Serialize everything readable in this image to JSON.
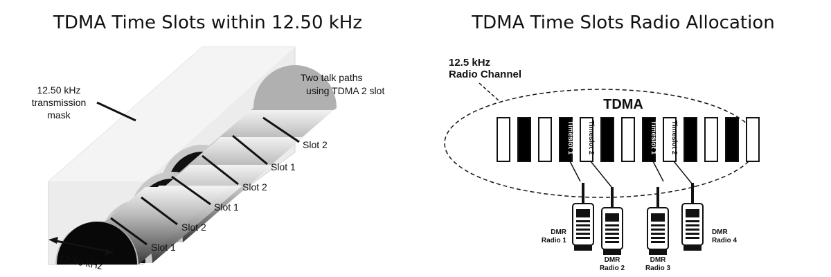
{
  "left": {
    "title": "TDMA Time Slots within 12.50 kHz",
    "mask_label_line1": "12.50 kHz",
    "mask_label_line2": "transmission",
    "mask_label_line3": "mask",
    "talk_paths_line1": "Two talk paths",
    "talk_paths_line2": "using TDMA 2 slot",
    "bandwidth_label": "12.50 kHz",
    "slots": [
      "Slot 1",
      "Slot 2",
      "Slot 1",
      "Slot 2",
      "Slot 1",
      "Slot 2"
    ]
  },
  "right": {
    "title": "TDMA Time Slots Radio Allocation",
    "channel_label_line1": "12.5 kHz",
    "channel_label_line2": "Radio Channel",
    "tdma_label": "TDMA",
    "timeslot_pattern": [
      "white",
      "black",
      "white",
      "black",
      "white",
      "black",
      "white",
      "black",
      "white",
      "black",
      "white",
      "black",
      "white"
    ],
    "timeslot_texts": [
      "Timeslot 1",
      "Timeslot 2",
      "Timeslot 1",
      "Timeslot 2"
    ],
    "radios": [
      {
        "line1": "DMR",
        "line2": "Radio 1"
      },
      {
        "line1": "DMR",
        "line2": "Radio 2"
      },
      {
        "line1": "DMR",
        "line2": "Radio 3"
      },
      {
        "line1": "DMR",
        "line2": "Radio 4"
      }
    ],
    "colors": {
      "black_slot": "#000000",
      "white_slot": "#ffffff"
    }
  }
}
